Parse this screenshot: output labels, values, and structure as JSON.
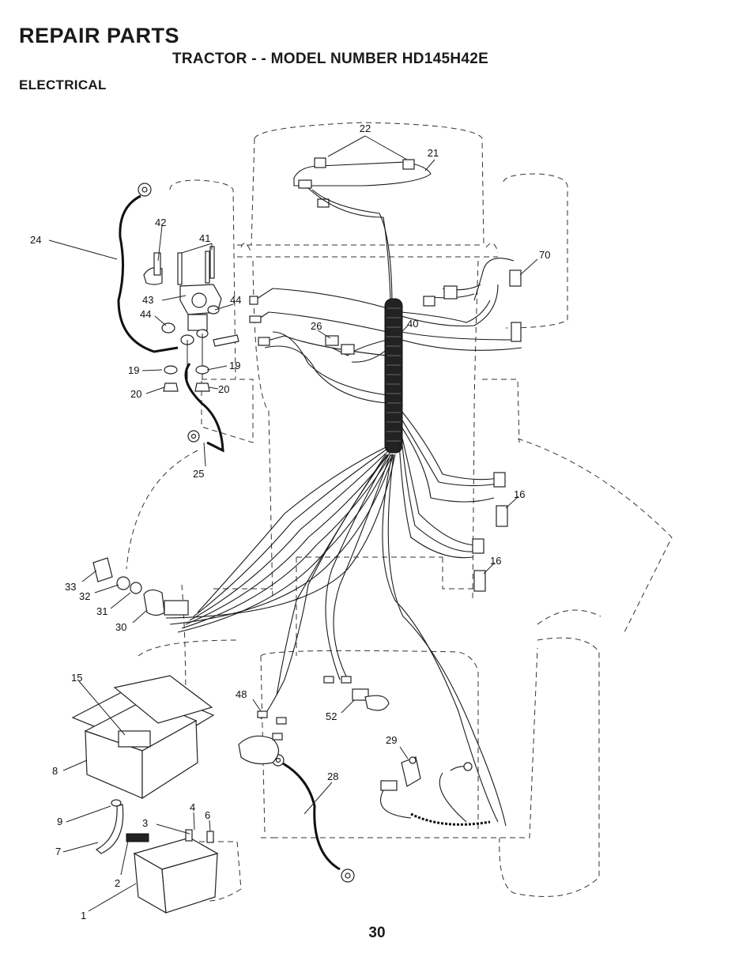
{
  "header": {
    "title": "REPAIR PARTS",
    "subtitle": "TRACTOR - - MODEL NUMBER HD145H42E",
    "section": "ELECTRICAL"
  },
  "callouts": {
    "c1": "1",
    "c2": "2",
    "c3": "3",
    "c4": "4",
    "c6": "6",
    "c7": "7",
    "c8": "8",
    "c9": "9",
    "c15": "15",
    "c16a": "16",
    "c16b": "16",
    "c19a": "19",
    "c19b": "19",
    "c20a": "20",
    "c20b": "20",
    "c21": "21",
    "c22": "22",
    "c24": "24",
    "c25": "25",
    "c26": "26",
    "c28": "28",
    "c29": "29",
    "c30": "30",
    "c31": "31",
    "c32": "32",
    "c33": "33",
    "c40": "40",
    "c41": "41",
    "c42": "42",
    "c43": "43",
    "c44a": "44",
    "c44b": "44",
    "c48": "48",
    "c52": "52",
    "c70": "70"
  },
  "page_number": "30"
}
